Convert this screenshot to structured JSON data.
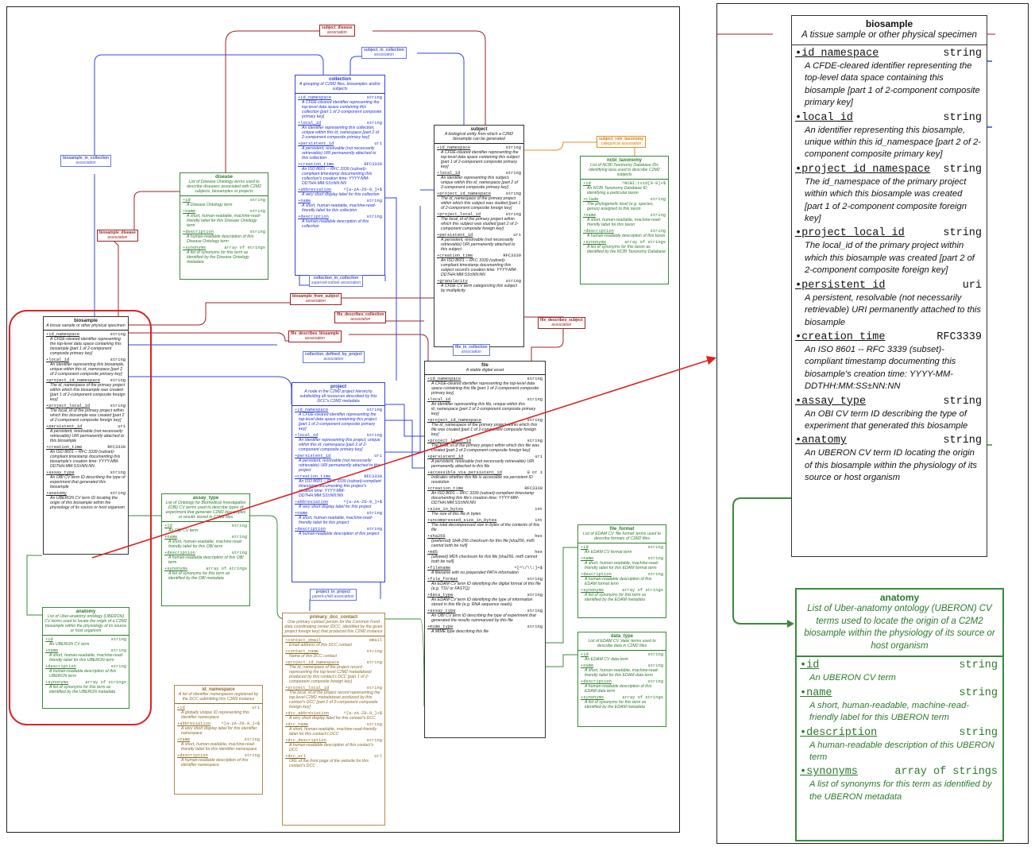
{
  "entities": {
    "biosample": {
      "name": "biosample",
      "desc": "A tissue sample or other physical specimen",
      "fields": [
        {
          "name": "id_namespace",
          "type": "string",
          "desc": "A CFDE-cleared identifier representing the top-level data space containing this biosample [part 1 of 2-component composite primary key]"
        },
        {
          "name": "local_id",
          "type": "string",
          "desc": "An identifier representing this biosample, unique within this id_namespace [part 2 of 2-component composite primary key]"
        },
        {
          "name": "project_id_namespace",
          "type": "string",
          "desc": "The id_namespace of the primary project within which this biosample was created [part 1 of 2-component composite foreign key]"
        },
        {
          "name": "project_local_id",
          "type": "string",
          "desc": "The local_id of the primary project within which this biosample was created [part 2 of 2-component composite foreign key]"
        },
        {
          "name": "persistent_id",
          "type": "uri",
          "desc": "A persistent, resolvable (not necessarily retrievable) URI permanently attached to this biosample"
        },
        {
          "name": "creation_time",
          "type": "RFC3339",
          "desc": "An ISO 8601 -- RFC 3339 (subset)-compliant timestamp documenting this biosample's creation time: YYYY-MM-DDTHH:MM:SS±NN:NN"
        },
        {
          "name": "assay_type",
          "type": "string",
          "desc": "An OBI CV term ID describing the type of experiment that generated this biosample"
        },
        {
          "name": "anatomy",
          "type": "string",
          "desc": "An UBERON CV term ID locating the origin of this biosample within the physiology of its source or host organism"
        }
      ]
    },
    "anatomy": {
      "name": "anatomy",
      "desc": "List of Uber-anatomy ontology (UBERON) CV terms used to locate the origin of a C2M2 biosample within the physiology of its source or host organism",
      "fields": [
        {
          "name": "id",
          "type": "string",
          "desc": "An UBERON CV term"
        },
        {
          "name": "name",
          "type": "string",
          "desc": "A short, human-readable, machine-read-friendly label for this UBERON term"
        },
        {
          "name": "description",
          "type": "string",
          "desc": "A human-readable description of this UBERON term"
        },
        {
          "name": "synonyms",
          "type": "array of strings",
          "desc": "A list of synonyms for this term as identified by the UBERON metadata"
        }
      ]
    },
    "collection": {
      "name": "collection",
      "desc": "A grouping of C2M2 files, biosamples and/or subjects",
      "fields": [
        {
          "name": "id_namespace",
          "type": "string",
          "desc": "A CFDE-cleared identifier representing the top-level data space containing this collection [part 1 of 2-component composite primary key]"
        },
        {
          "name": "local_id",
          "type": "string",
          "desc": "An identifier representing this collection, unique within this id_namespace [part 2 of 2-component composite primary key]"
        },
        {
          "name": "persistent_id",
          "type": "uri",
          "desc": "A persistent, resolvable (not necessarily retrievable) URI permanently attached to this collection"
        },
        {
          "name": "creation_time",
          "type": "RFC3339",
          "desc": "An ISO 8601 -- RFC 3339 (subset)-compliant timestamp documenting this collection's creation time: YYYY-MM-DDTHH:MM:SS±NN:NN"
        },
        {
          "name": "abbreviation",
          "type": "^[a-zA-Z0-9_]+$",
          "desc": "A very short display label for this collection"
        },
        {
          "name": "name",
          "type": "string",
          "desc": "A short, human-readable, machine-read-friendly label for this collection"
        },
        {
          "name": "description",
          "type": "string",
          "desc": "A human-readable description of this collection"
        }
      ]
    },
    "subject": {
      "name": "subject",
      "desc": "A biological entity from which a C2M2 biosample can be generated",
      "fields": [
        {
          "name": "id_namespace",
          "type": "string",
          "desc": "A CFDE-cleared identifier representing the top-level data space containing this subject [part 1 of 2-component composite primary key]"
        },
        {
          "name": "local_id",
          "type": "string",
          "desc": "An identifier representing this subject, unique within this id_namespace [part 2 of 2-component composite primary key]"
        },
        {
          "name": "project_id_namespace",
          "type": "string",
          "desc": "The id_namespace of the primary project within which this subject was studied [part 1 of 2-component composite foreign key]"
        },
        {
          "name": "project_local_id",
          "type": "string",
          "desc": "The local_id of the primary project within which this subject was studied [part 2 of 2-component composite foreign key]"
        },
        {
          "name": "persistent_id",
          "type": "uri",
          "desc": "A persistent, resolvable (not necessarily retrievable) URI permanently attached to this subject"
        },
        {
          "name": "creation_time",
          "type": "RFC3339",
          "desc": "An ISO 8601 -- RFC 3339 (subset)-compliant timestamp documenting this subject record's creation time: YYYY-MM-DDTHH:MM:SS±NN:NN"
        },
        {
          "name": "granularity",
          "type": "string",
          "desc": "A CFDE CV term categorizing this subject by multiplicity"
        }
      ]
    },
    "disease": {
      "name": "disease",
      "desc": "List of Disease Ontology terms used to describe diseases associated with C2M2 subjects, biosamples or projects",
      "fields": [
        {
          "name": "id",
          "type": "string",
          "desc": "A Disease Ontology term"
        },
        {
          "name": "name",
          "type": "string",
          "desc": "A short, human-readable, machine-read-friendly label for this Disease Ontology term"
        },
        {
          "name": "description",
          "type": "string",
          "desc": "A human-readable description of this Disease Ontology term"
        },
        {
          "name": "synonyms",
          "type": "array of strings",
          "desc": "A list of synonyms for this term as identified by the Disease Ontology metadata"
        }
      ]
    },
    "ncbi_taxonomy": {
      "name": "ncbi_taxonomy",
      "desc": "List of NCBI Taxonomy Database IDs identifying taxa used to describe C2M2 subjects",
      "fields": [
        {
          "name": "id",
          "type": "^NCBI:txid[0-9]+$",
          "desc": "An NCBI Taxonomy Database ID identifying a particular taxon"
        },
        {
          "name": "clade",
          "type": "string",
          "desc": "The phylogenetic level (e.g. species, genus) assigned to this taxon"
        },
        {
          "name": "name",
          "type": "string",
          "desc": "A short, human-readable, machine-read-friendly label for this taxon"
        },
        {
          "name": "description",
          "type": "string",
          "desc": "A human-readable description of this taxon"
        },
        {
          "name": "synonyms",
          "type": "array of strings",
          "desc": "A list of synonyms for this taxon as identified by the NCBI Taxonomy Database"
        }
      ]
    },
    "project": {
      "name": "project",
      "desc": "A node in the C2M2 project hierarchy subdividing all resources described by this DCC's C2M2 metadata",
      "fields": [
        {
          "name": "id_namespace",
          "type": "string",
          "desc": "A CFDE-cleared identifier representing the top-level data space containing this project [part 1 of 2-component composite primary key]"
        },
        {
          "name": "local_id",
          "type": "string",
          "desc": "An identifier representing this project, unique within this id_namespace [part 2 of 2-component composite primary key]"
        },
        {
          "name": "persistent_id",
          "type": "uri",
          "desc": "A persistent, resolvable (not necessarily retrievable) URI permanently attached to this project"
        },
        {
          "name": "creation_time",
          "type": "RFC3339",
          "desc": "An ISO 8601 -- RFC 3339 (subset)-compliant timestamp documenting this project's creation time: YYYY-MM-DDTHH:MM:SS±NN:NN"
        },
        {
          "name": "abbreviation",
          "type": "^[a-zA-Z0-9_]+$",
          "desc": "A very short display label for this project"
        },
        {
          "name": "name",
          "type": "string",
          "desc": "A short, human-readable, machine-read-friendly label for this project"
        },
        {
          "name": "description",
          "type": "string",
          "desc": "A human-readable description of this project"
        }
      ]
    },
    "file": {
      "name": "file",
      "desc": "A stable digital asset",
      "fields": [
        {
          "name": "id_namespace",
          "type": "string",
          "desc": "A CFDE-cleared identifier representing the top-level data space containing this file [part 1 of 2-component composite primary key]"
        },
        {
          "name": "local_id",
          "type": "string",
          "desc": "An identifier representing this file, unique within this id_namespace [part 2 of 2-component composite primary key]"
        },
        {
          "name": "project_id_namespace",
          "type": "string",
          "desc": "The id_namespace of the primary project within which this file was created [part 1 of 2-component composite foreign key]"
        },
        {
          "name": "project_local_id",
          "type": "string",
          "desc": "The local_id of the primary project within which this file was created [part 2 of 2-component composite foreign key]"
        },
        {
          "name": "persistent_id",
          "type": "uri",
          "desc": "A persistent, resolvable (not necessarily retrievable) URI permanently attached to this file"
        },
        {
          "name": "accessible_via_persistent_id",
          "type": "0 or 1",
          "desc": "Indicates whether this file is accessible via persistent ID resolution"
        },
        {
          "name": "creation_time",
          "type": "RFC3339",
          "desc": "An ISO 8601 -- RFC 3339 (subset)-compliant timestamp documenting this file's creation time: YYYY-MM-DDTHH:MM:SS±NN:NN"
        },
        {
          "name": "size_in_bytes",
          "type": "int",
          "desc": "The size of this file in bytes"
        },
        {
          "name": "uncompressed_size_in_bytes",
          "type": "int",
          "desc": "The total decompressed size in bytes of the contents of this file"
        },
        {
          "name": "sha256",
          "type": "hex",
          "desc": "(preferred) SHA-256 checksum for this file [sha256, md5 cannot both be null]"
        },
        {
          "name": "md5",
          "type": "hex",
          "desc": "(allowed) MD5 checksum for this file [sha256, md5 cannot both be null]"
        },
        {
          "name": "filename",
          "type": "^[^\\/\\\\:]+$",
          "desc": "A filename with no prepended PATH information"
        },
        {
          "name": "file_format",
          "type": "string",
          "desc": "An EDAM CV term ID identifying the digital format of this file (e.g. TSV or FASTQ)"
        },
        {
          "name": "data_type",
          "type": "string",
          "desc": "An EDAM CV term ID identifying the type of information stored in this file (e.g. RNA sequence reads)"
        },
        {
          "name": "assay_type",
          "type": "string",
          "desc": "An OBI CV term ID describing the type of experiment that generated the results summarized by this file"
        },
        {
          "name": "mime_type",
          "type": "string",
          "desc": "A MIME type describing this file"
        }
      ]
    },
    "assay_type": {
      "name": "assay_type",
      "desc": "List of Ontology for Biomedical Investigation (OBI) CV terms used to describe types of experiment that generate C2M2 biosamples or results stored in C2M2 files",
      "fields": [
        {
          "name": "id",
          "type": "string",
          "desc": "An OBI CV term"
        },
        {
          "name": "name",
          "type": "string",
          "desc": "A short, human-readable, machine-read-friendly label for this OBI term"
        },
        {
          "name": "description",
          "type": "string",
          "desc": "A human-readable description of this OBI term"
        },
        {
          "name": "synonyms",
          "type": "array of strings",
          "desc": "A list of synonyms for this term as identified by the OBI metadata"
        }
      ]
    },
    "primary_dcc_contact": {
      "name": "primary_dcc_contact",
      "desc": "One primary contact person for the Common Fund data coordinating center (DCC, identified by the given project foreign key) that produced this C2M2 instance",
      "fields": [
        {
          "name": "contact_email",
          "type": "email",
          "desc": "Email address of this DCC contact"
        },
        {
          "name": "contact_name",
          "type": "string",
          "desc": "Name of this DCC contact"
        },
        {
          "name": "project_id_namespace",
          "type": "string",
          "desc": "The id_namespace of the project record representing the top-level C2M2 metadataset produced by this contact's DCC [part 1 of 2-component composite foreign key]"
        },
        {
          "name": "project_local_id",
          "type": "string",
          "desc": "The local_id of the project record representing the top-level C2M2 metadataset produced by this contact's DCC [part 2 of 2-component composite foreign key]"
        },
        {
          "name": "dcc_abbreviation",
          "type": "^[a-zA-Z0-9_]+$",
          "desc": "A very short display label for this contact's DCC"
        },
        {
          "name": "dcc_name",
          "type": "string",
          "desc": "A short, human-readable, machine-read-friendly label for this contact's DCC"
        },
        {
          "name": "dcc_description",
          "type": "string",
          "desc": "A human-readable description of this contact's DCC"
        },
        {
          "name": "dcc_url",
          "type": "url",
          "desc": "URL of the front page of the website for this contact's DCC"
        }
      ]
    },
    "id_namespace": {
      "name": "id_namespace",
      "desc": "A list of identifier namespaces registered by the DCC submitting this C2M2 instance",
      "fields": [
        {
          "name": "id",
          "type": "uri",
          "desc": "A globally unique ID representing this identifier namespace"
        },
        {
          "name": "abbreviation",
          "type": "^[a-zA-Z0-9_]+$",
          "desc": "A very short display label for this identifier namespace"
        },
        {
          "name": "name",
          "type": "string",
          "desc": "A short, human-readable, machine-read-friendly label for this identifier namespace"
        },
        {
          "name": "description",
          "type": "string",
          "desc": "A human-readable description of this identifier namespace"
        }
      ]
    },
    "file_format": {
      "name": "file_format",
      "desc": "List of EDAM CV 'file format' terms used to describe formats of C2M2 files",
      "fields": [
        {
          "name": "id",
          "type": "string",
          "desc": "An EDAM CV format term"
        },
        {
          "name": "name",
          "type": "string",
          "desc": "A short, human-readable, machine-read-friendly label for this EDAM format term"
        },
        {
          "name": "description",
          "type": "string",
          "desc": "A human-readable description of this EDAM format term"
        },
        {
          "name": "synonyms",
          "type": "array of strings",
          "desc": "A list of synonyms for this term as identified by the EDAM metadata"
        }
      ]
    },
    "data_type": {
      "name": "data_type",
      "desc": "List of EDAM CV 'data' terms used to describe data in C2M2 files",
      "fields": [
        {
          "name": "id",
          "type": "string",
          "desc": "An EDAM CV data term"
        },
        {
          "name": "name",
          "type": "string",
          "desc": "A short, human-readable, machine-read-friendly label for this EDAM data term"
        },
        {
          "name": "description",
          "type": "string",
          "desc": "A human-readable description of this EDAM data term"
        },
        {
          "name": "synonyms",
          "type": "array of strings",
          "desc": "A list of synonyms for this term as identified by the EDAM metadata"
        }
      ]
    }
  },
  "associations": [
    {
      "key": "subject_disease",
      "name": "subject_disease",
      "kind": "association",
      "color": "red"
    },
    {
      "key": "subject_in_collection",
      "name": "subject_in_collection",
      "kind": "association",
      "color": "blue"
    },
    {
      "key": "biosample_in_collection",
      "name": "biosample_in_collection",
      "kind": "association",
      "color": "blue"
    },
    {
      "key": "biosample_disease",
      "name": "biosample_disease",
      "kind": "association",
      "color": "red"
    },
    {
      "key": "subject_role_taxonomy",
      "name": "subject_role_taxonomy",
      "kind": "categorical association",
      "color": "orange"
    },
    {
      "key": "collection_in_collection",
      "name": "collection_in_collection",
      "kind": "supersat-subset association",
      "color": "blue"
    },
    {
      "key": "biosample_from_subject",
      "name": "biosample_from_subject",
      "kind": "association",
      "color": "red"
    },
    {
      "key": "file_describes_collection",
      "name": "file_describes_collection",
      "kind": "association",
      "color": "red"
    },
    {
      "key": "file_describes_subject",
      "name": "file_describes_subject",
      "kind": "association",
      "color": "red"
    },
    {
      "key": "file_describes_biosample",
      "name": "file_describes_biosample",
      "kind": "association",
      "color": "red"
    },
    {
      "key": "collection_defined_by_project",
      "name": "collection_defined_by_project",
      "kind": "association",
      "color": "blue"
    },
    {
      "key": "file_in_collection",
      "name": "file_in_collection",
      "kind": "association",
      "color": "blue"
    },
    {
      "key": "project_in_project",
      "name": "project_in_project",
      "kind": "parent-child association",
      "color": "blue"
    }
  ],
  "colors": {
    "highlight": "#dd2222",
    "anatomy_green": "#3a8a3a",
    "association_red": "#a02020",
    "association_blue": "#4455cc"
  }
}
